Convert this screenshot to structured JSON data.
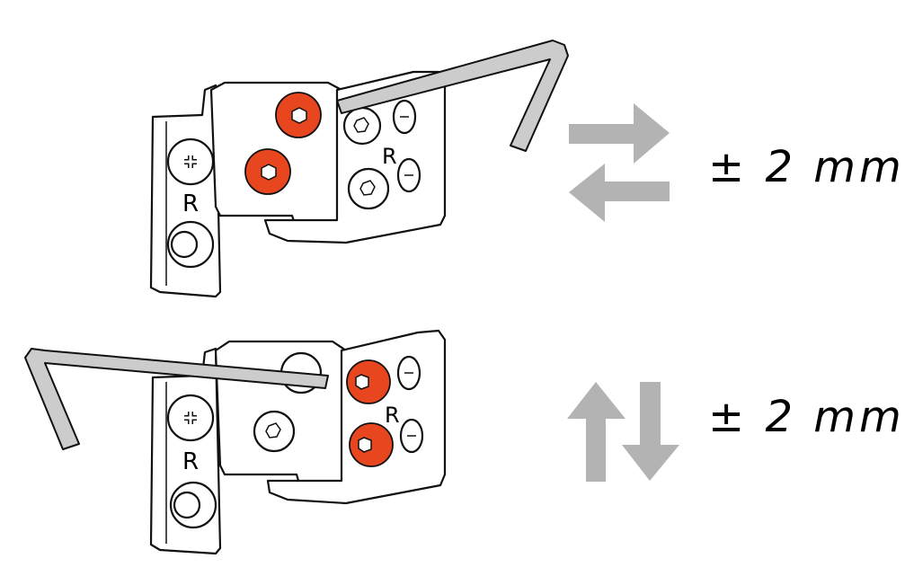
{
  "adjustments": [
    {
      "direction": "horizontal",
      "label": "± 2 mm"
    },
    {
      "direction": "vertical",
      "label": "± 2 mm"
    }
  ],
  "bracket_marking": "R",
  "colors": {
    "screw_highlight": "#e8461e",
    "arrow": "#b3b3b3",
    "wrench": "#cccccc"
  }
}
